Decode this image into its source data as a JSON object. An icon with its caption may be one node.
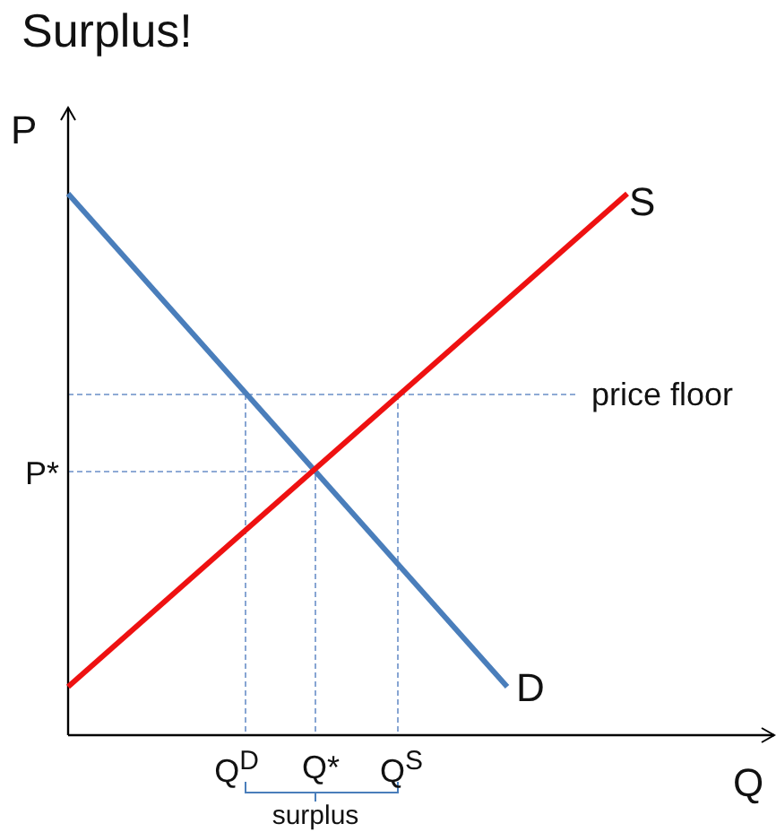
{
  "diagram": {
    "title": "Surplus!",
    "labels": [
      "P",
      "S",
      "price floor",
      "P*",
      "D",
      "Q$^{D}$",
      "Q*",
      "Q$^{S}$",
      "Q",
      "surplus"
    ]
  }
}
